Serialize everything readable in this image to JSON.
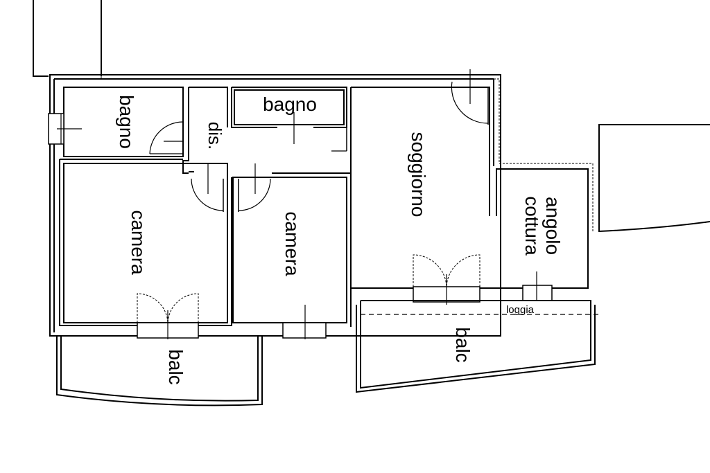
{
  "plan": {
    "rooms": {
      "bagno_left": "bagno",
      "dis": "dis.",
      "bagno_top": "bagno",
      "soggiorno": "soggiorno",
      "angolo": "angolo",
      "cottura": "cottura",
      "camera_left": "camera",
      "camera_mid": "camera",
      "loggia": "loggia",
      "balc_right": "balc",
      "balc_left": "balc"
    }
  }
}
